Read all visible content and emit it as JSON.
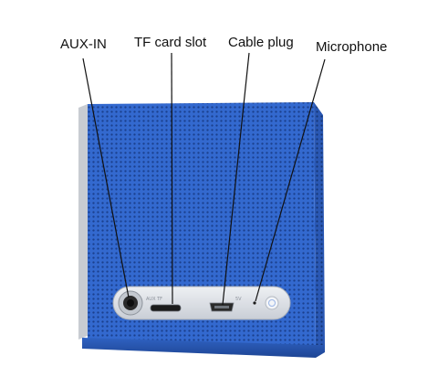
{
  "labels": {
    "aux_in": "AUX-IN",
    "tf_card_slot": "TF card slot",
    "cable_plug": "Cable plug",
    "microphone": "Microphone"
  },
  "colors": {
    "speaker_blue": "#2e63c6",
    "speaker_blue_dark": "#1d4aa0",
    "panel_silver": "#d9dde3",
    "leader_line": "#111111"
  },
  "icons": {
    "aux_port": "audio-jack-icon",
    "tf_slot": "card-slot-icon",
    "usb_port": "micro-usb-icon",
    "mic_hole": "microphone-hole-icon"
  }
}
